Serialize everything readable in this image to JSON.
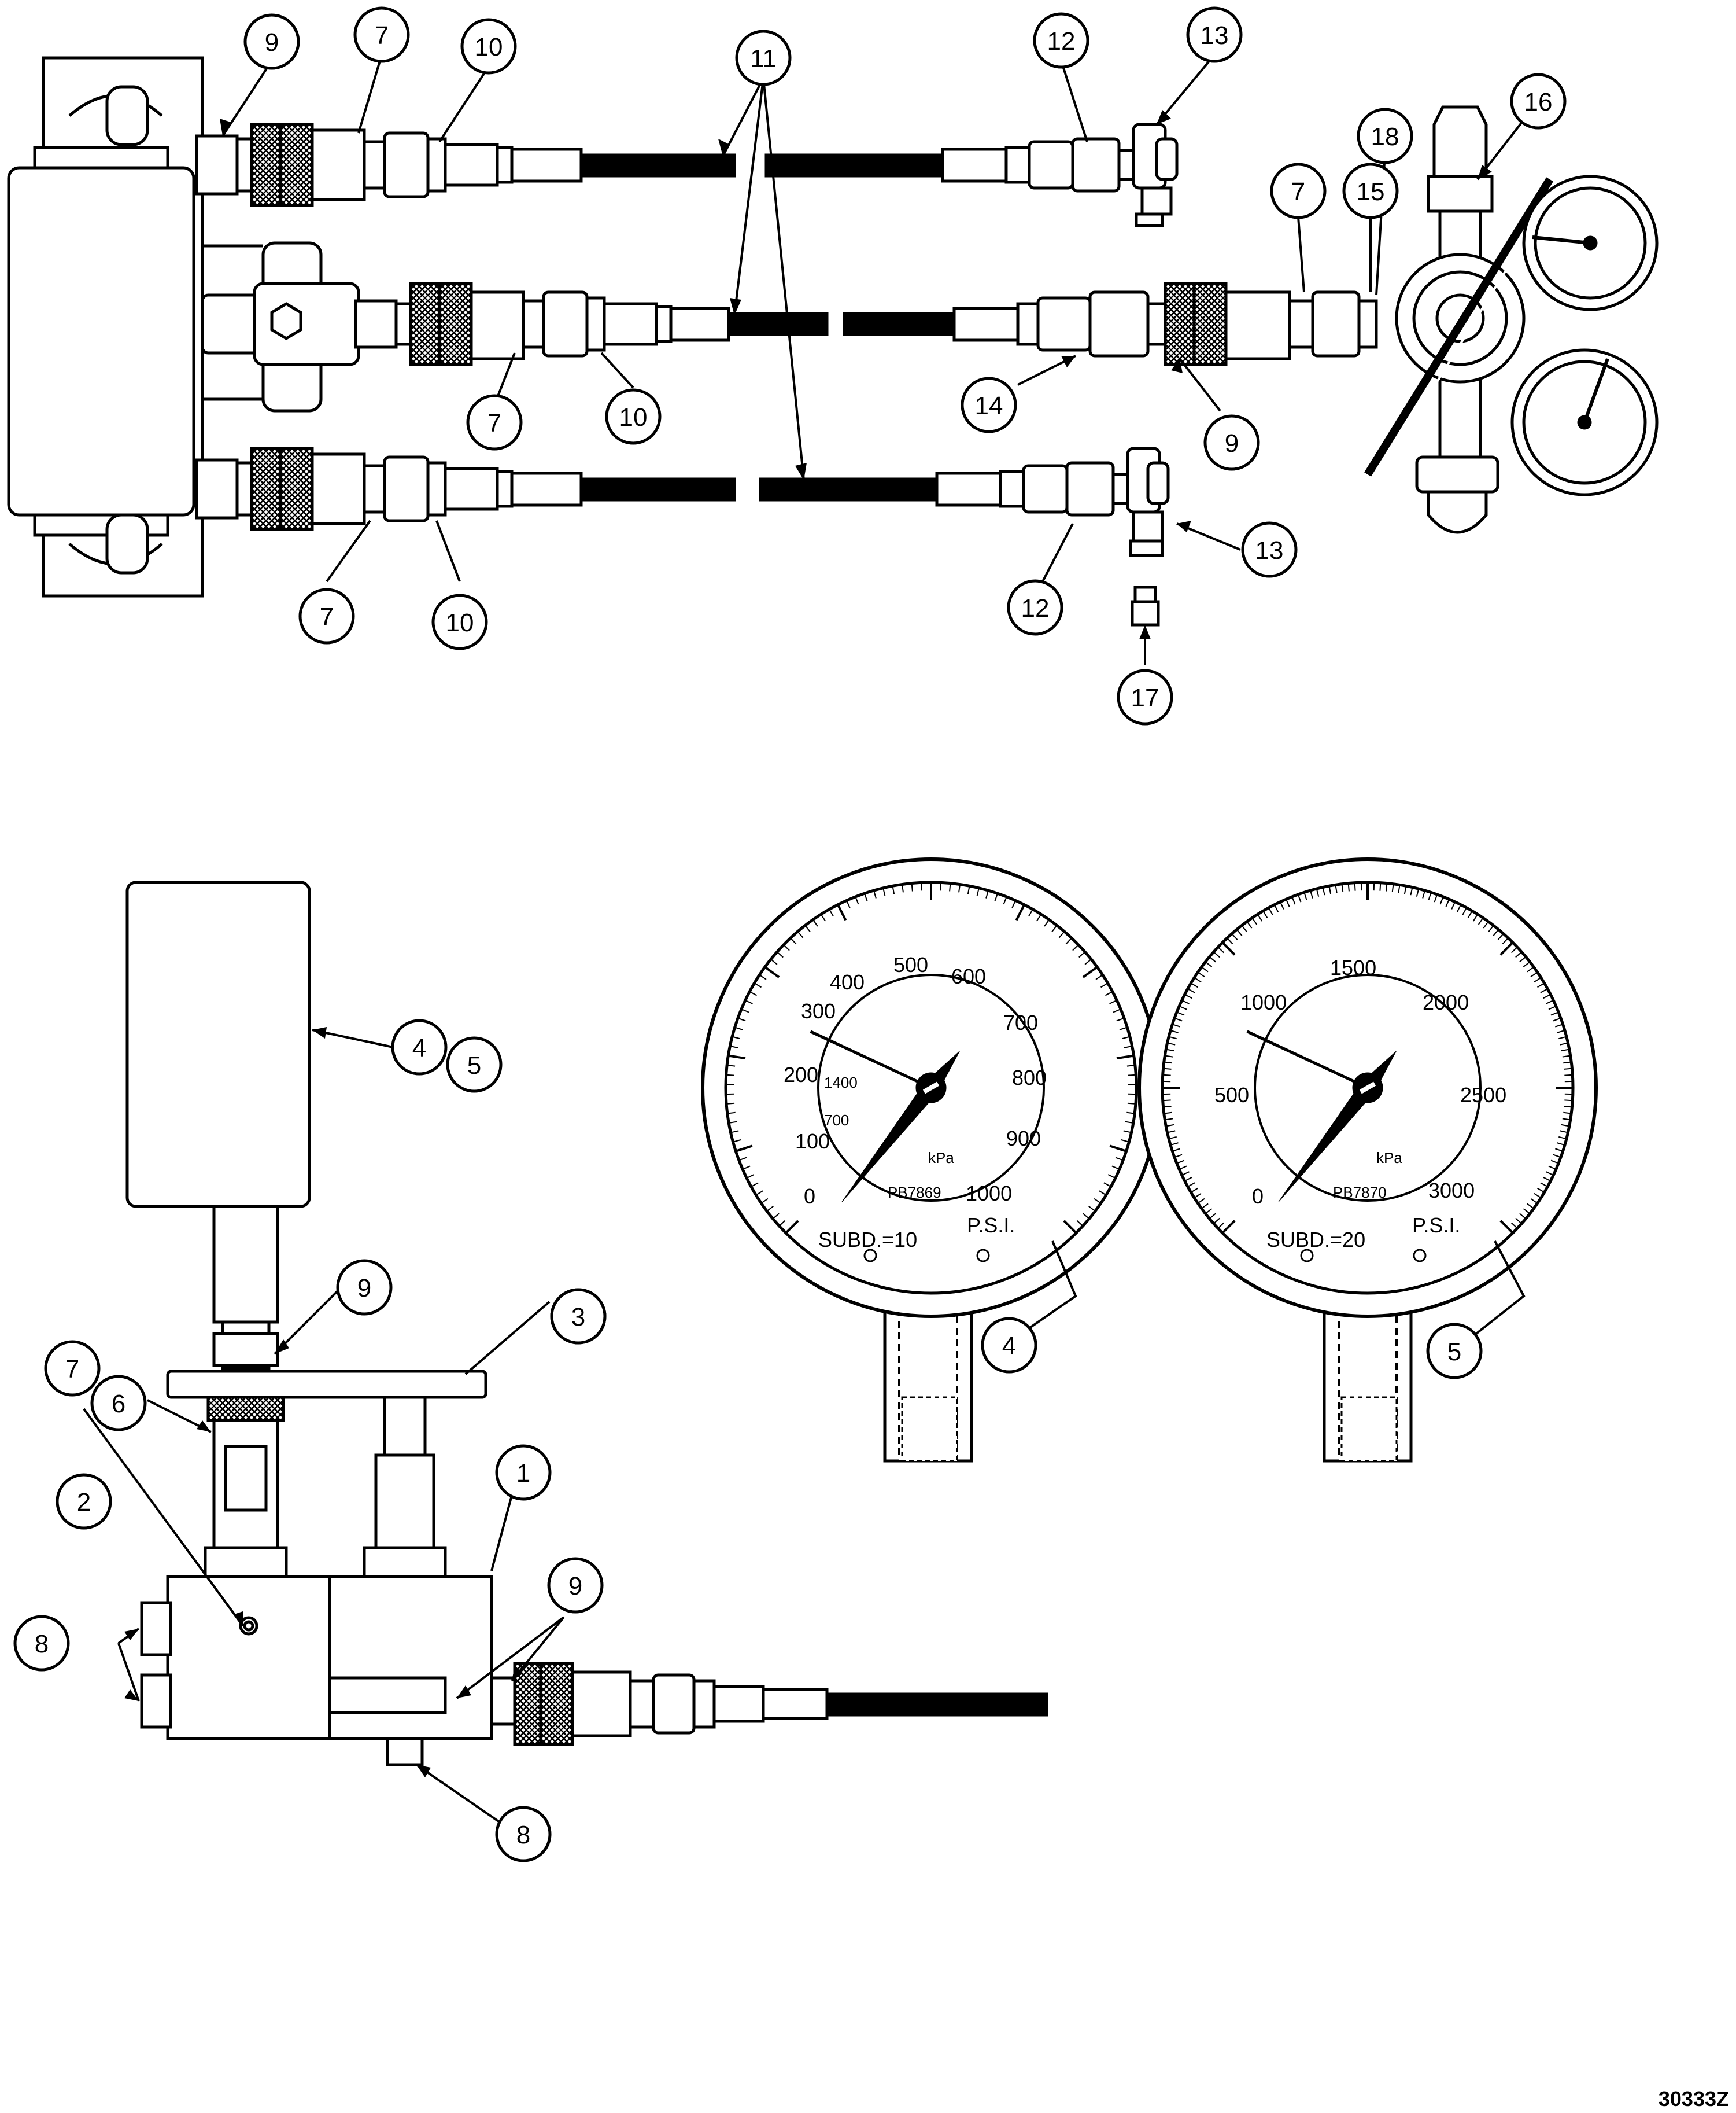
{
  "figure_code": "30333Z",
  "callouts": {
    "c1": "1",
    "c2": "2",
    "c3": "3",
    "c4": "4",
    "c5": "5",
    "c6": "6",
    "c7": "7",
    "c8": "8",
    "c9": "9",
    "c10": "10",
    "c11": "11",
    "c12": "12",
    "c13": "13",
    "c14": "14",
    "c15": "15",
    "c16": "16",
    "c17": "17",
    "c18": "18"
  },
  "gauge_1000": {
    "scale": [
      "100",
      "200",
      "300",
      "400",
      "500",
      "600",
      "700",
      "800",
      "900",
      "1000"
    ],
    "zero": "0",
    "inner_scale": [
      "700",
      "1400"
    ],
    "unit_kpa": "kPa",
    "model": "PB7869",
    "subdivision": "SUBD.=10",
    "unit_psi": "P.S.I."
  },
  "gauge_3000": {
    "scale": [
      "500",
      "1000",
      "1500",
      "2000",
      "2500",
      "3000"
    ],
    "zero": "0",
    "unit_kpa": "kPa",
    "model": "PB7870",
    "subdivision": "SUBD.=20",
    "unit_psi": "P.S.I."
  }
}
